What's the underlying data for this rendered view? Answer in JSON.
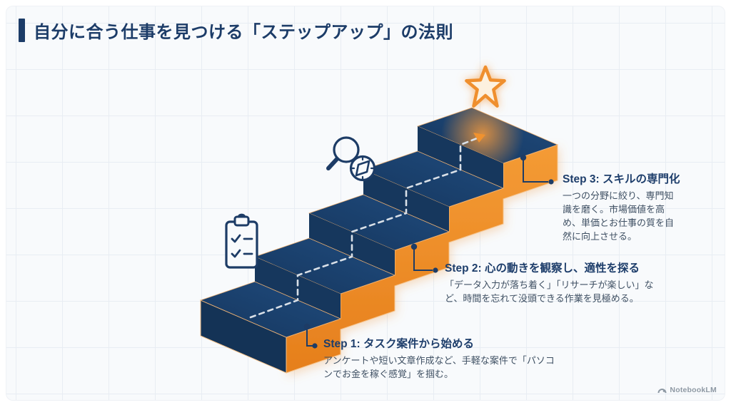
{
  "title": "自分に合う仕事を見つける「ステップアップ」の法則",
  "steps": [
    {
      "label": "Step 1: タスク案件から始める",
      "description": "アンケートや短い文章作成など、手軽な案件で「パソコンでお金を稼ぐ感覚」を掴む。"
    },
    {
      "label": "Step 2: 心の動きを観察し、適性を探る",
      "description": "「データ入力が落ち着く」「リサーチが楽しい」など、時間を忘れて没頭できる作業を見極める。"
    },
    {
      "label": "Step 3: スキルの専門化",
      "description": "一つの分野に絞り、専門知識を磨く。市場価値を高め、単価とお仕事の質を自然に向上させる。"
    }
  ],
  "diagram": {
    "type": "isometric-staircase",
    "step_count": 5,
    "icons": [
      "clipboard-checklist-icon",
      "magnifier-compass-icon",
      "star-icon",
      "dashed-ascent-arrow"
    ],
    "colors": {
      "tread_navy": "#1d4471",
      "riser_navy": "#16375d",
      "side_navy": "#143356",
      "orange_face": "#f0922f",
      "orange_deep": "#e07d1a",
      "edge_highlight": "#f6c38b",
      "dash": "#d9e0e8",
      "connector": "#1d3c66",
      "glow": "#f59a3c",
      "star_fill": "#fdf1df",
      "title_navy": "#1c3c68",
      "body_text": "#3f5063",
      "background": "#f8fafc",
      "grid_line": "#e8edf3"
    }
  },
  "branding": {
    "logo_text": "NotebookLM"
  }
}
